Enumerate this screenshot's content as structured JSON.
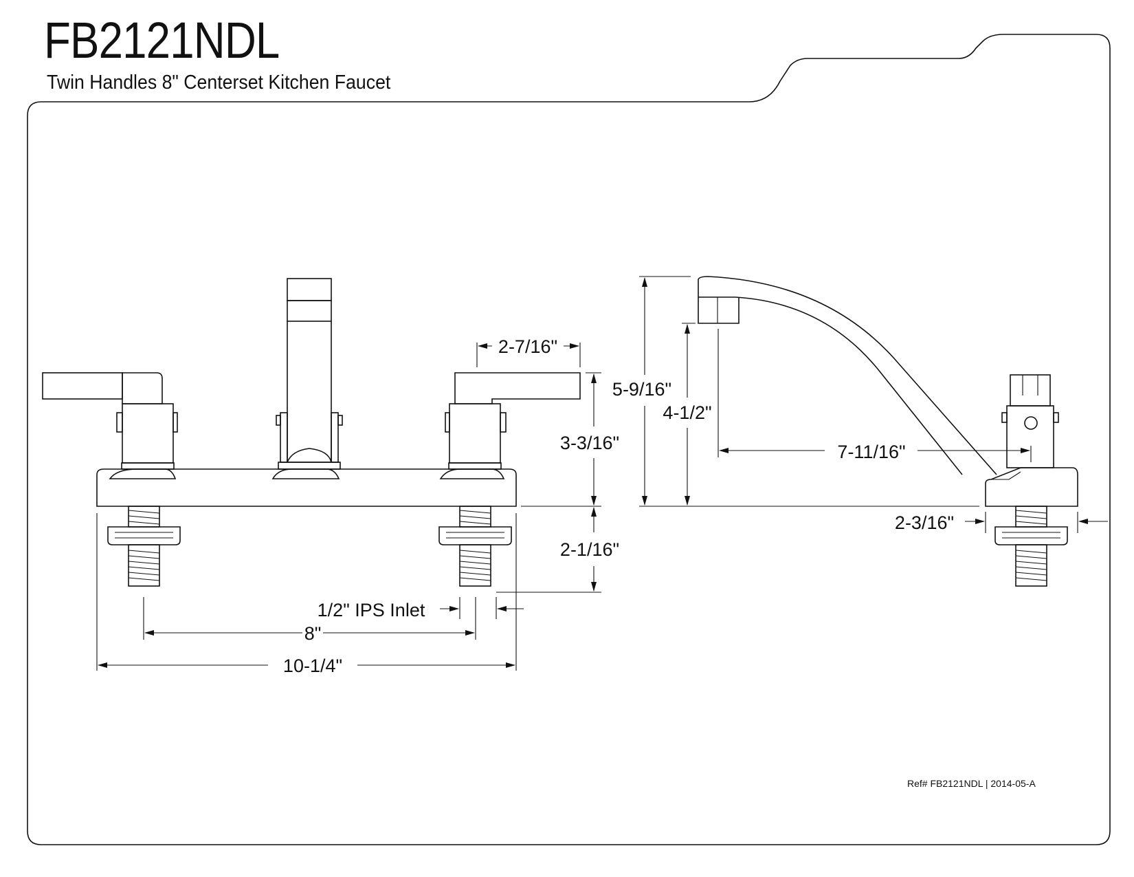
{
  "header": {
    "model": "FB2121NDL",
    "description": "Twin Handles 8\" Centerset Kitchen Faucet"
  },
  "footer": {
    "reference": "Ref# FB2121NDL | 2014-05-A"
  },
  "dimensions": {
    "handle_width": "2-7/16\"",
    "deck_height": "3-3/16\"",
    "shank_length": "2-1/16\"",
    "inlet": "1/2\" IPS Inlet",
    "center_spacing": "8\"",
    "overall_width": "10-1/4\"",
    "overall_height": "5-9/16\"",
    "spout_height": "4-1/2\"",
    "spout_reach": "7-11/16\"",
    "base_depth": "2-3/16\""
  },
  "colors": {
    "line": "#111111",
    "background": "#ffffff"
  }
}
